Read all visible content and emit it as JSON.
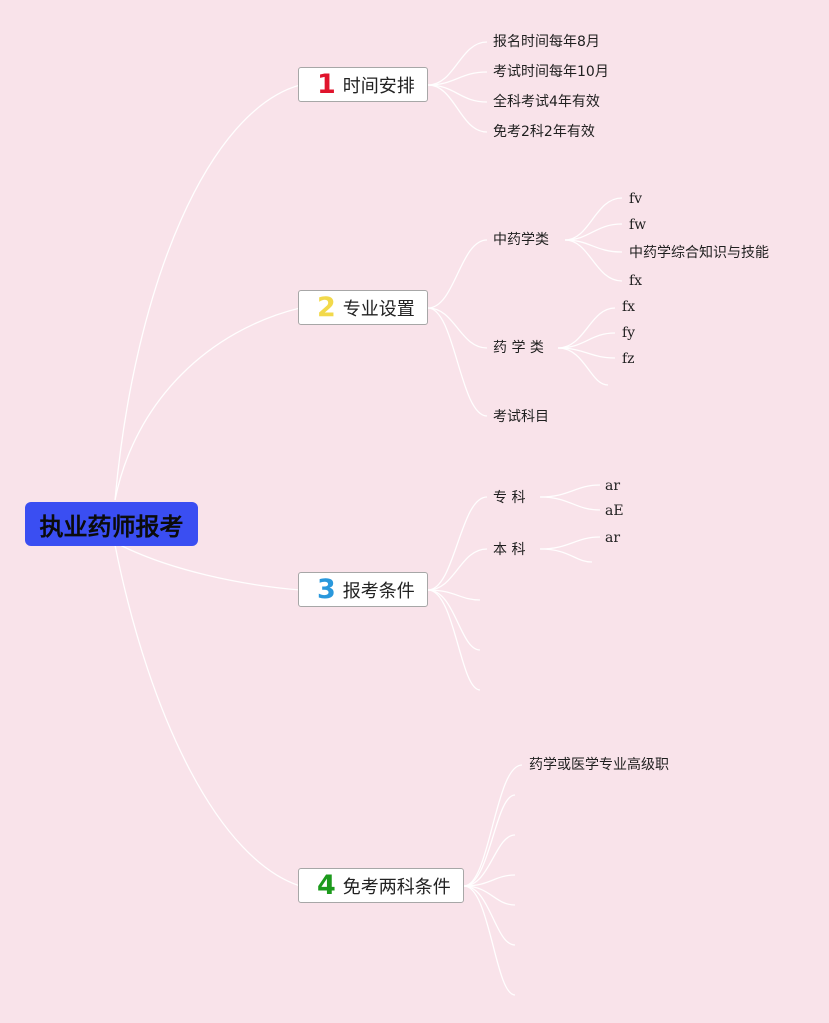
{
  "root": {
    "title": "执业药师报考"
  },
  "branches": [
    {
      "number": "1",
      "label": "时间安排",
      "color": "#e0142c"
    },
    {
      "number": "2",
      "label": "专业设置",
      "color": "#f2d94b"
    },
    {
      "number": "3",
      "label": "报考条件",
      "color": "#2a98dc"
    },
    {
      "number": "4",
      "label": "免考两科条件",
      "color": "#1c9a1c"
    }
  ],
  "schedule": [
    "报名时间每年8月",
    "考试时间每年10月",
    "全科考试4年有效",
    "免考2科2年有效"
  ],
  "majors": {
    "tcm": {
      "label": "中药学类",
      "items": [
        "fv",
        "fw",
        "中药学综合知识与技能",
        "fx"
      ]
    },
    "pharmacy": {
      "label": "药 学 类",
      "items": [
        "fx",
        "fy",
        "fz"
      ]
    },
    "exam_subjects": "考试科目"
  },
  "conditions": {
    "junior": {
      "label": "专 科",
      "items": [
        "ar",
        "aE"
      ]
    },
    "bachelor": {
      "label": "本 科",
      "items": [
        "ar"
      ]
    }
  },
  "exemption": {
    "items": [
      "药学或医学专业高级职"
    ]
  }
}
